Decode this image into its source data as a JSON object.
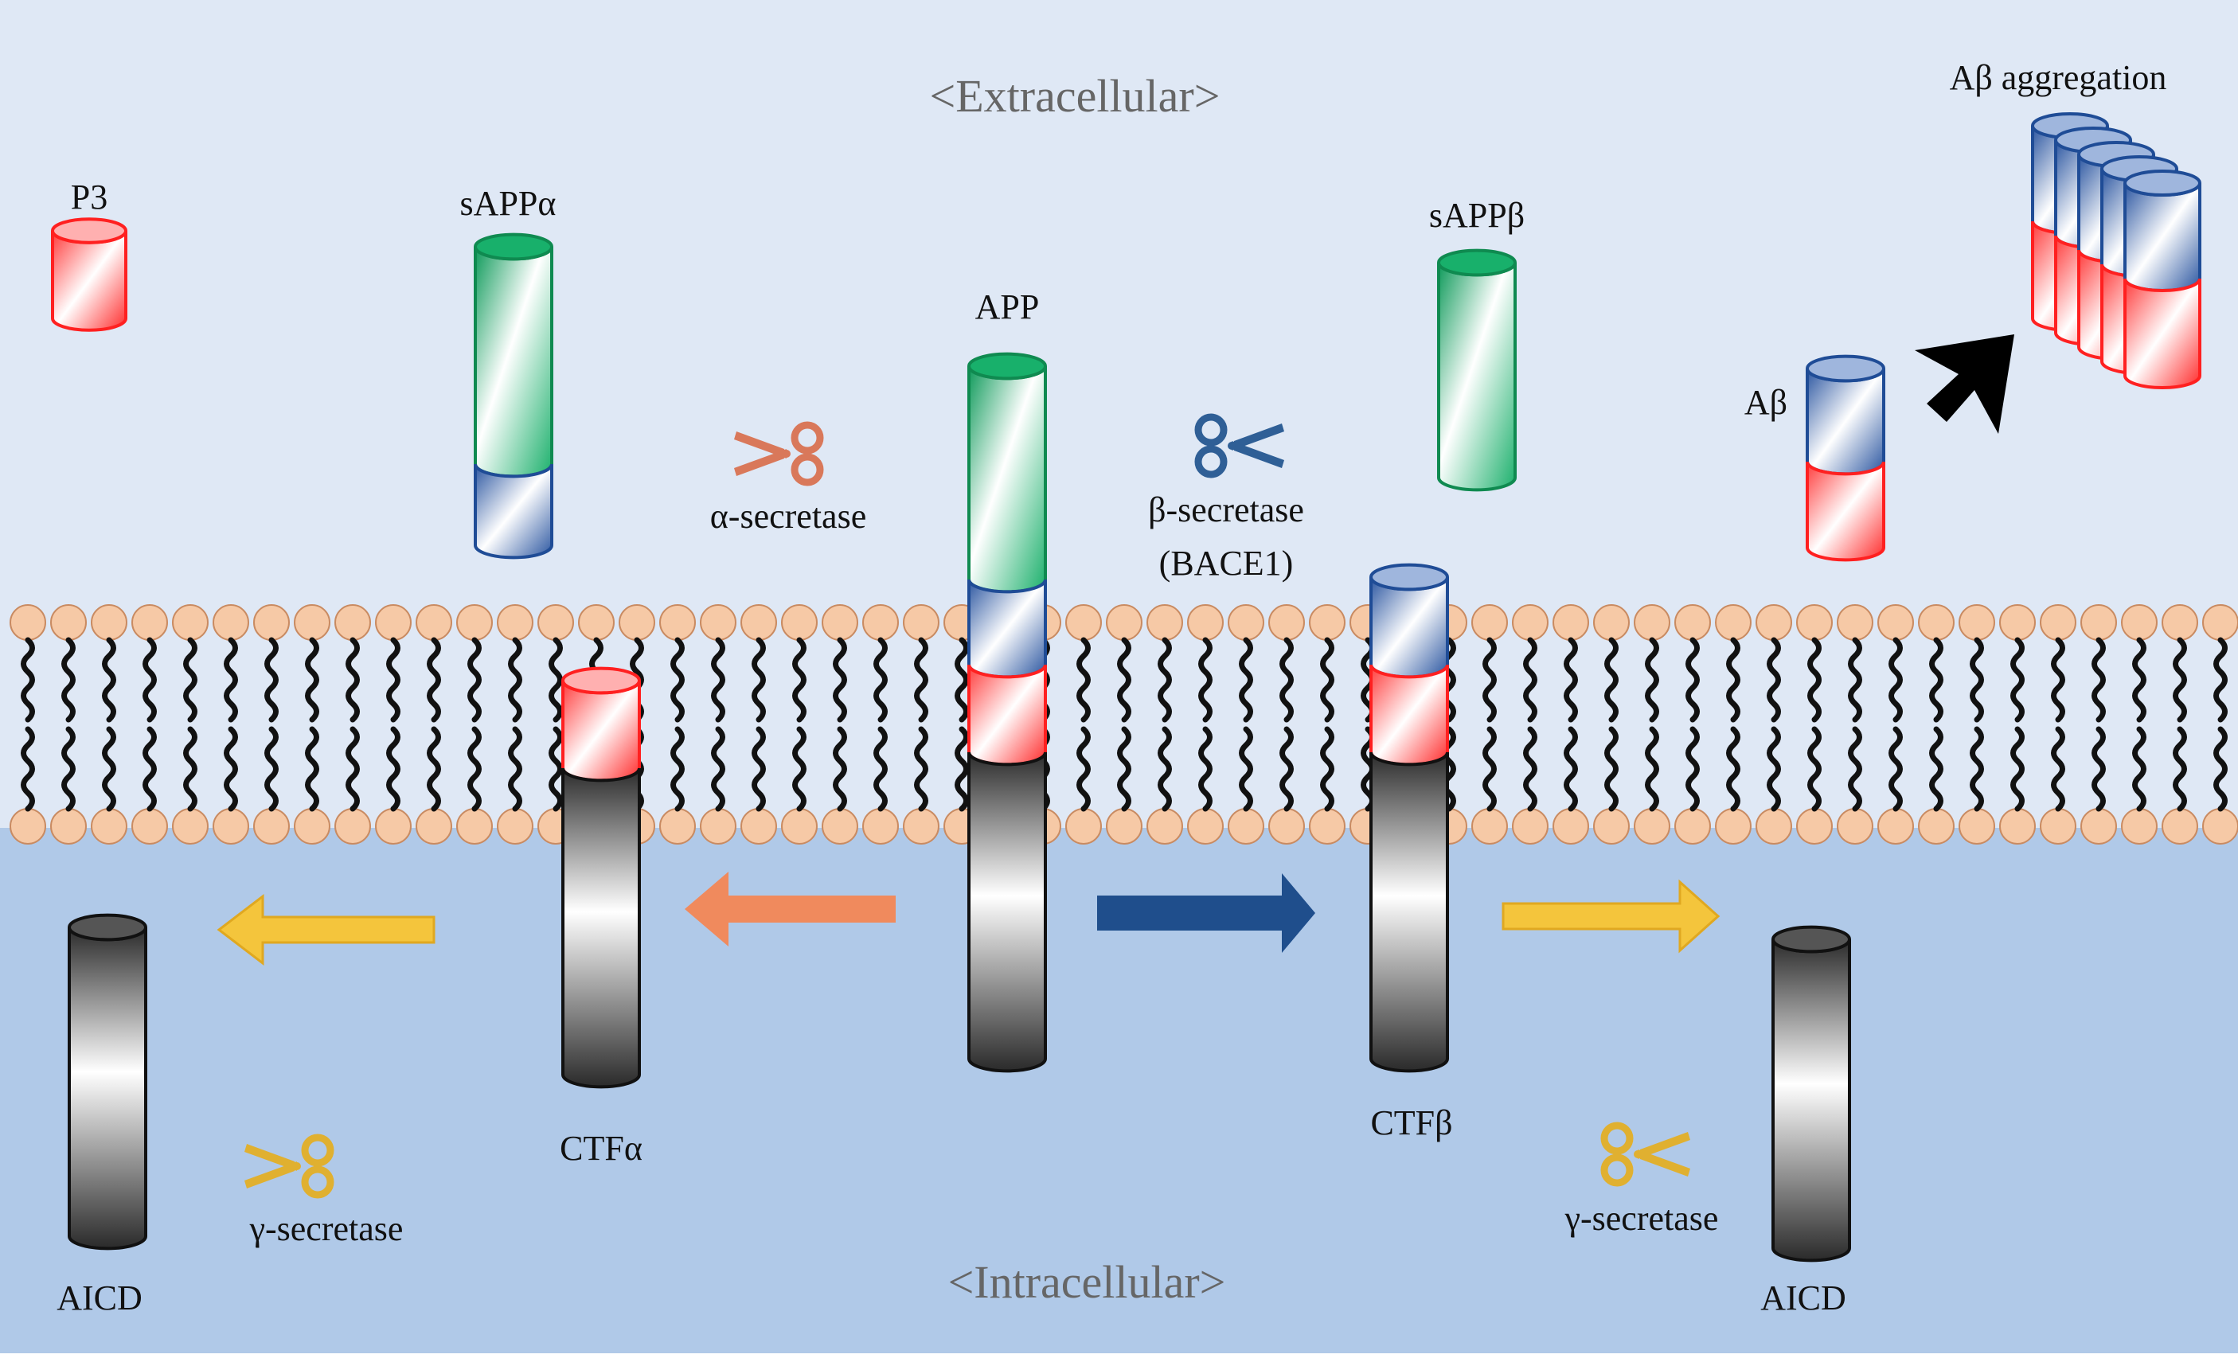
{
  "regions": {
    "extracellular": "<Extracellular>",
    "intracellular": "<Intracellular>"
  },
  "labels": {
    "p3": "P3",
    "sapp_alpha": "sAPPα",
    "app": "APP",
    "sapp_beta": "sAPPβ",
    "abeta": "Aβ",
    "abeta_aggregation": "Aβ aggregation",
    "alpha_secretase": "α-secretase",
    "beta_secretase": "β-secretase",
    "bace1": "(BACE1)",
    "ctf_alpha": "CTFα",
    "ctf_beta": "CTFβ",
    "aicd_left": "AICD",
    "aicd_right": "AICD",
    "gamma_secretase_left": "γ-secretase",
    "gamma_secretase_right": "γ-secretase"
  },
  "colors": {
    "extracellular_bg": "#dfe8f5",
    "intracellular_bg": "#b0c9e8",
    "lipid_head": "#f6c9a6",
    "green_segment": "#22b573",
    "blue_segment": "#2f5fa7",
    "red_segment": "#ff2d2d",
    "dark_segment": "#2e2e2e",
    "alpha_arrow": "#f08a5d",
    "beta_arrow": "#1f4e8c",
    "gamma_arrow": "#f2c13a",
    "aggregation_arrow": "#000000",
    "alpha_scissors": "#d9785a",
    "beta_scissors": "#2f5f96",
    "gamma_scissors": "#e0b030"
  },
  "icons": [
    "scissors-icon",
    "arrow-icon"
  ]
}
